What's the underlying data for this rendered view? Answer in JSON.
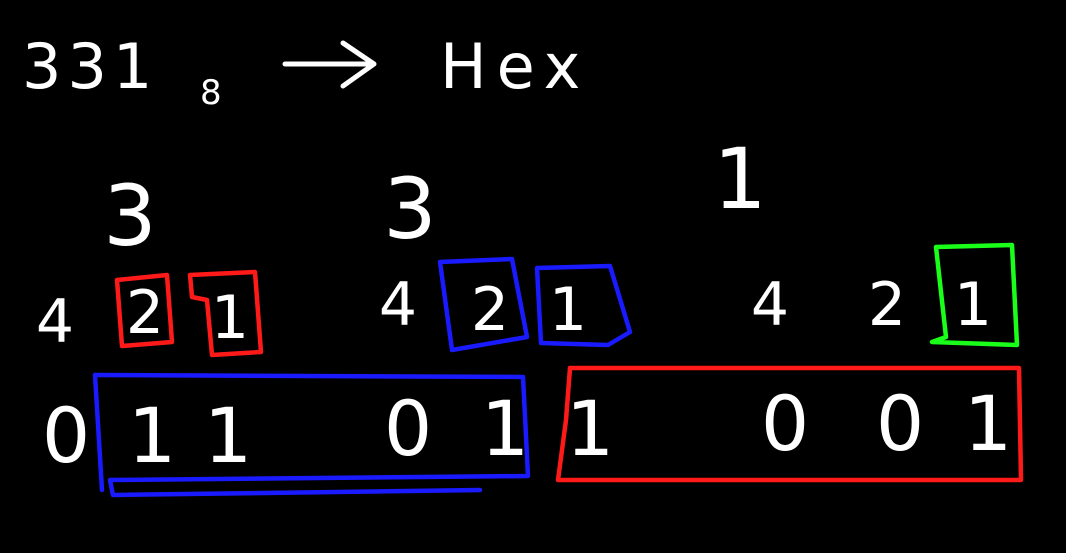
{
  "title": {
    "number": "331",
    "base": "8",
    "target": "Hex"
  },
  "colors": {
    "background": "#000000",
    "chalk": "#ffffff",
    "red": "#ff1a1a",
    "blue": "#1a1aff",
    "green": "#1aff1a"
  },
  "octal_digits": [
    "3",
    "3",
    "1"
  ],
  "weights": [
    [
      "4",
      "2",
      "1"
    ],
    [
      "4",
      "2",
      "1"
    ],
    [
      "4",
      "2",
      "1"
    ]
  ],
  "leading_bit": "0",
  "bits": [
    "1",
    "1",
    "0",
    "1",
    "1",
    "0",
    "0",
    "1"
  ],
  "icons": {
    "arrow": "right-arrow-icon"
  }
}
